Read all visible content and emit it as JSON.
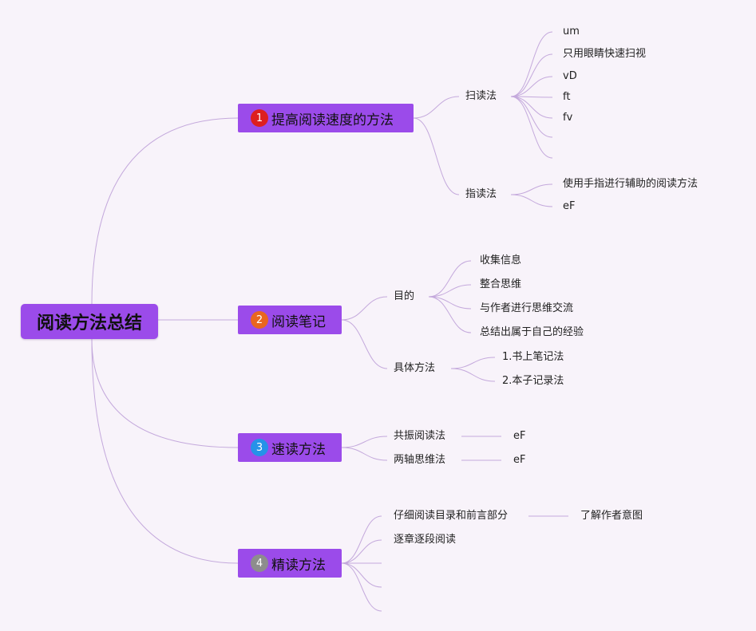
{
  "root": {
    "label": "阅读方法总结"
  },
  "branches": [
    {
      "badge": "1",
      "badge_color": "#dd1f1f",
      "label": "提高阅读速度的方法",
      "children": [
        {
          "label": "扫读法",
          "children": [
            "um",
            "只用眼睛快速扫视",
            "vD",
            "ft",
            "fv",
            "",
            ""
          ]
        },
        {
          "label": "指读法",
          "children": [
            "使用手指进行辅助的阅读方法",
            "eF"
          ]
        }
      ]
    },
    {
      "badge": "2",
      "badge_color": "#e9661f",
      "label": "阅读笔记",
      "children": [
        {
          "label": "目的",
          "children": [
            "收集信息",
            "整合思维",
            "与作者进行思维交流",
            "总结出属于自己的经验"
          ]
        },
        {
          "label": "具体方法",
          "children": [
            "1.书上笔记法",
            "2.本子记录法"
          ]
        }
      ]
    },
    {
      "badge": "3",
      "badge_color": "#2592e8",
      "label": "速读方法",
      "children": [
        {
          "label": "共振阅读法",
          "children": [
            "eF"
          ]
        },
        {
          "label": "两轴思维法",
          "children": [
            "eF"
          ]
        }
      ]
    },
    {
      "badge": "4",
      "badge_color": "#8d8d8d",
      "label": "精读方法",
      "children": [
        {
          "label": "仔细阅读目录和前言部分",
          "children": [
            "了解作者意图"
          ]
        },
        {
          "label": "逐章逐段阅读",
          "children": []
        },
        {
          "label": "",
          "children": []
        },
        {
          "label": "",
          "children": []
        },
        {
          "label": "",
          "children": []
        }
      ]
    }
  ],
  "colors": {
    "background": "#f8f3fa",
    "node_fill": "#9b4bea",
    "link": "#c4a9dc"
  }
}
